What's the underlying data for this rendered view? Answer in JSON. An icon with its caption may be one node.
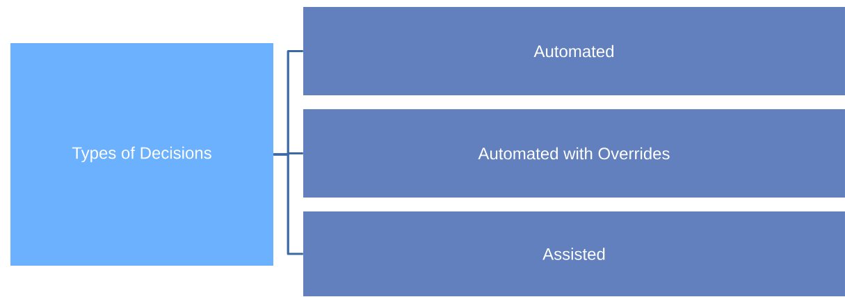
{
  "diagram": {
    "nodes": [
      {
        "text": [
          "Types of Decisions"
        ]
      },
      {
        "text": [
          "Automated"
        ]
      },
      {
        "text": [
          "Automated with Overrides"
        ]
      },
      {
        "text": [
          "Assisted"
        ]
      }
    ],
    "edges": [
      {
        "from": 0,
        "to": 1,
        "arrow": "none"
      },
      {
        "from": 0,
        "to": 2,
        "arrow": "none"
      },
      {
        "from": 0,
        "to": 3,
        "arrow": "none"
      }
    ]
  }
}
